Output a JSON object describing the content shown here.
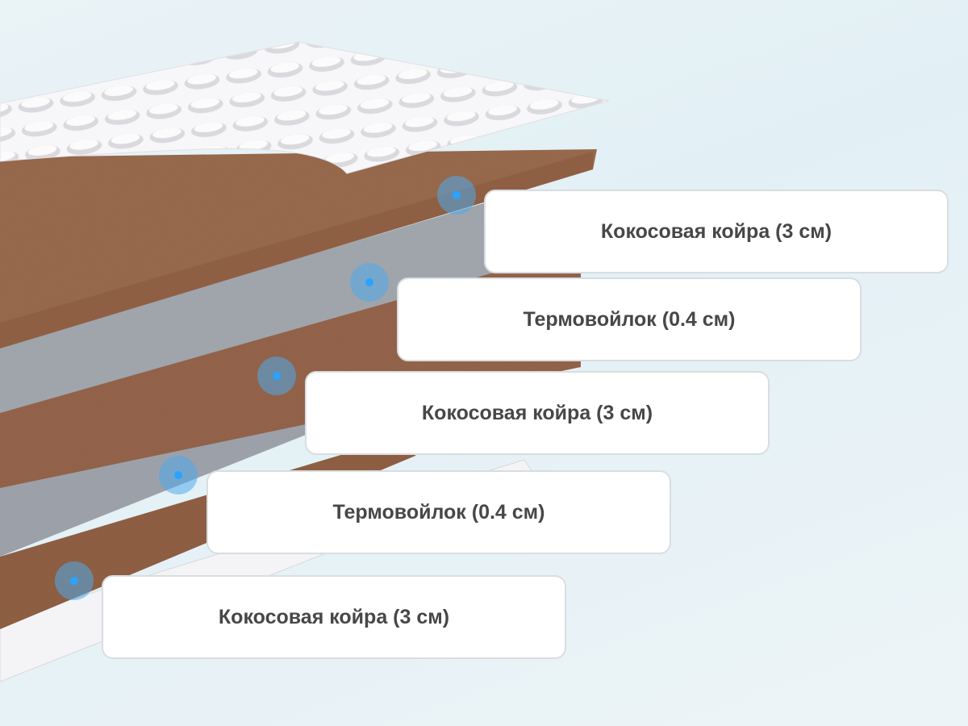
{
  "colors": {
    "coir": "#95664a",
    "felt": "#9ea3ab",
    "cover": "#f4f4f6",
    "marker": "#2aa3ff",
    "label_text": "#474747"
  },
  "layers": [
    {
      "label": "Кокосовая койра (3 см)"
    },
    {
      "label": "Термовойлок (0.4 см)"
    },
    {
      "label": "Кокосовая койра (3 см)"
    },
    {
      "label": "Термовойлок (0.4 см)"
    },
    {
      "label": "Кокосовая койра (3 см)"
    }
  ]
}
